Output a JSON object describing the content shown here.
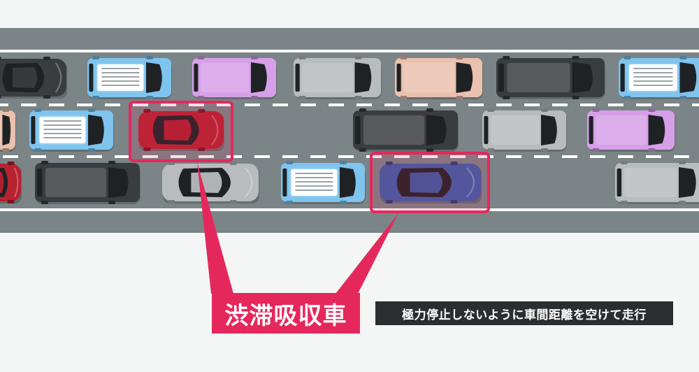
{
  "callout": {
    "title": "渋滞吸収車",
    "description": "極力停止しないように車間距離を空けて走行"
  },
  "colors": {
    "road": "#7b8487",
    "highlight": "#e5285c",
    "background": "#f4f5f5",
    "caption_bg": "#2b2e30"
  },
  "lanes": [
    {
      "name": "lane-top",
      "cars": [
        {
          "type": "sedan",
          "color": "#3a3d3f"
        },
        {
          "type": "van",
          "color": "#7ec4ee"
        },
        {
          "type": "van",
          "color": "#d6a0e8"
        },
        {
          "type": "van",
          "color": "#b8bcbe"
        },
        {
          "type": "van",
          "color": "#eac1ae"
        },
        {
          "type": "van",
          "color": "#3a3d3f"
        },
        {
          "type": "van",
          "color": "#7ec4ee"
        }
      ]
    },
    {
      "name": "lane-middle",
      "cars": [
        {
          "type": "van",
          "color": "#eac1ae"
        },
        {
          "type": "van",
          "color": "#7ec4ee"
        },
        {
          "type": "hatch",
          "color": "#b8212f",
          "highlight": true
        },
        {
          "type": "van",
          "color": "#3a3d3f"
        },
        {
          "type": "van",
          "color": "#b8bcbe"
        },
        {
          "type": "van",
          "color": "#d6a0e8"
        }
      ]
    },
    {
      "name": "lane-bottom",
      "cars": [
        {
          "type": "hatch",
          "color": "#b8212f"
        },
        {
          "type": "van",
          "color": "#3a3d3f"
        },
        {
          "type": "sedan",
          "color": "#b8bcbe"
        },
        {
          "type": "van",
          "color": "#7ec4ee"
        },
        {
          "type": "hatch",
          "color": "#3b5fa8",
          "highlight": true
        },
        {
          "type": "van",
          "color": "#b8bcbe"
        }
      ]
    }
  ]
}
